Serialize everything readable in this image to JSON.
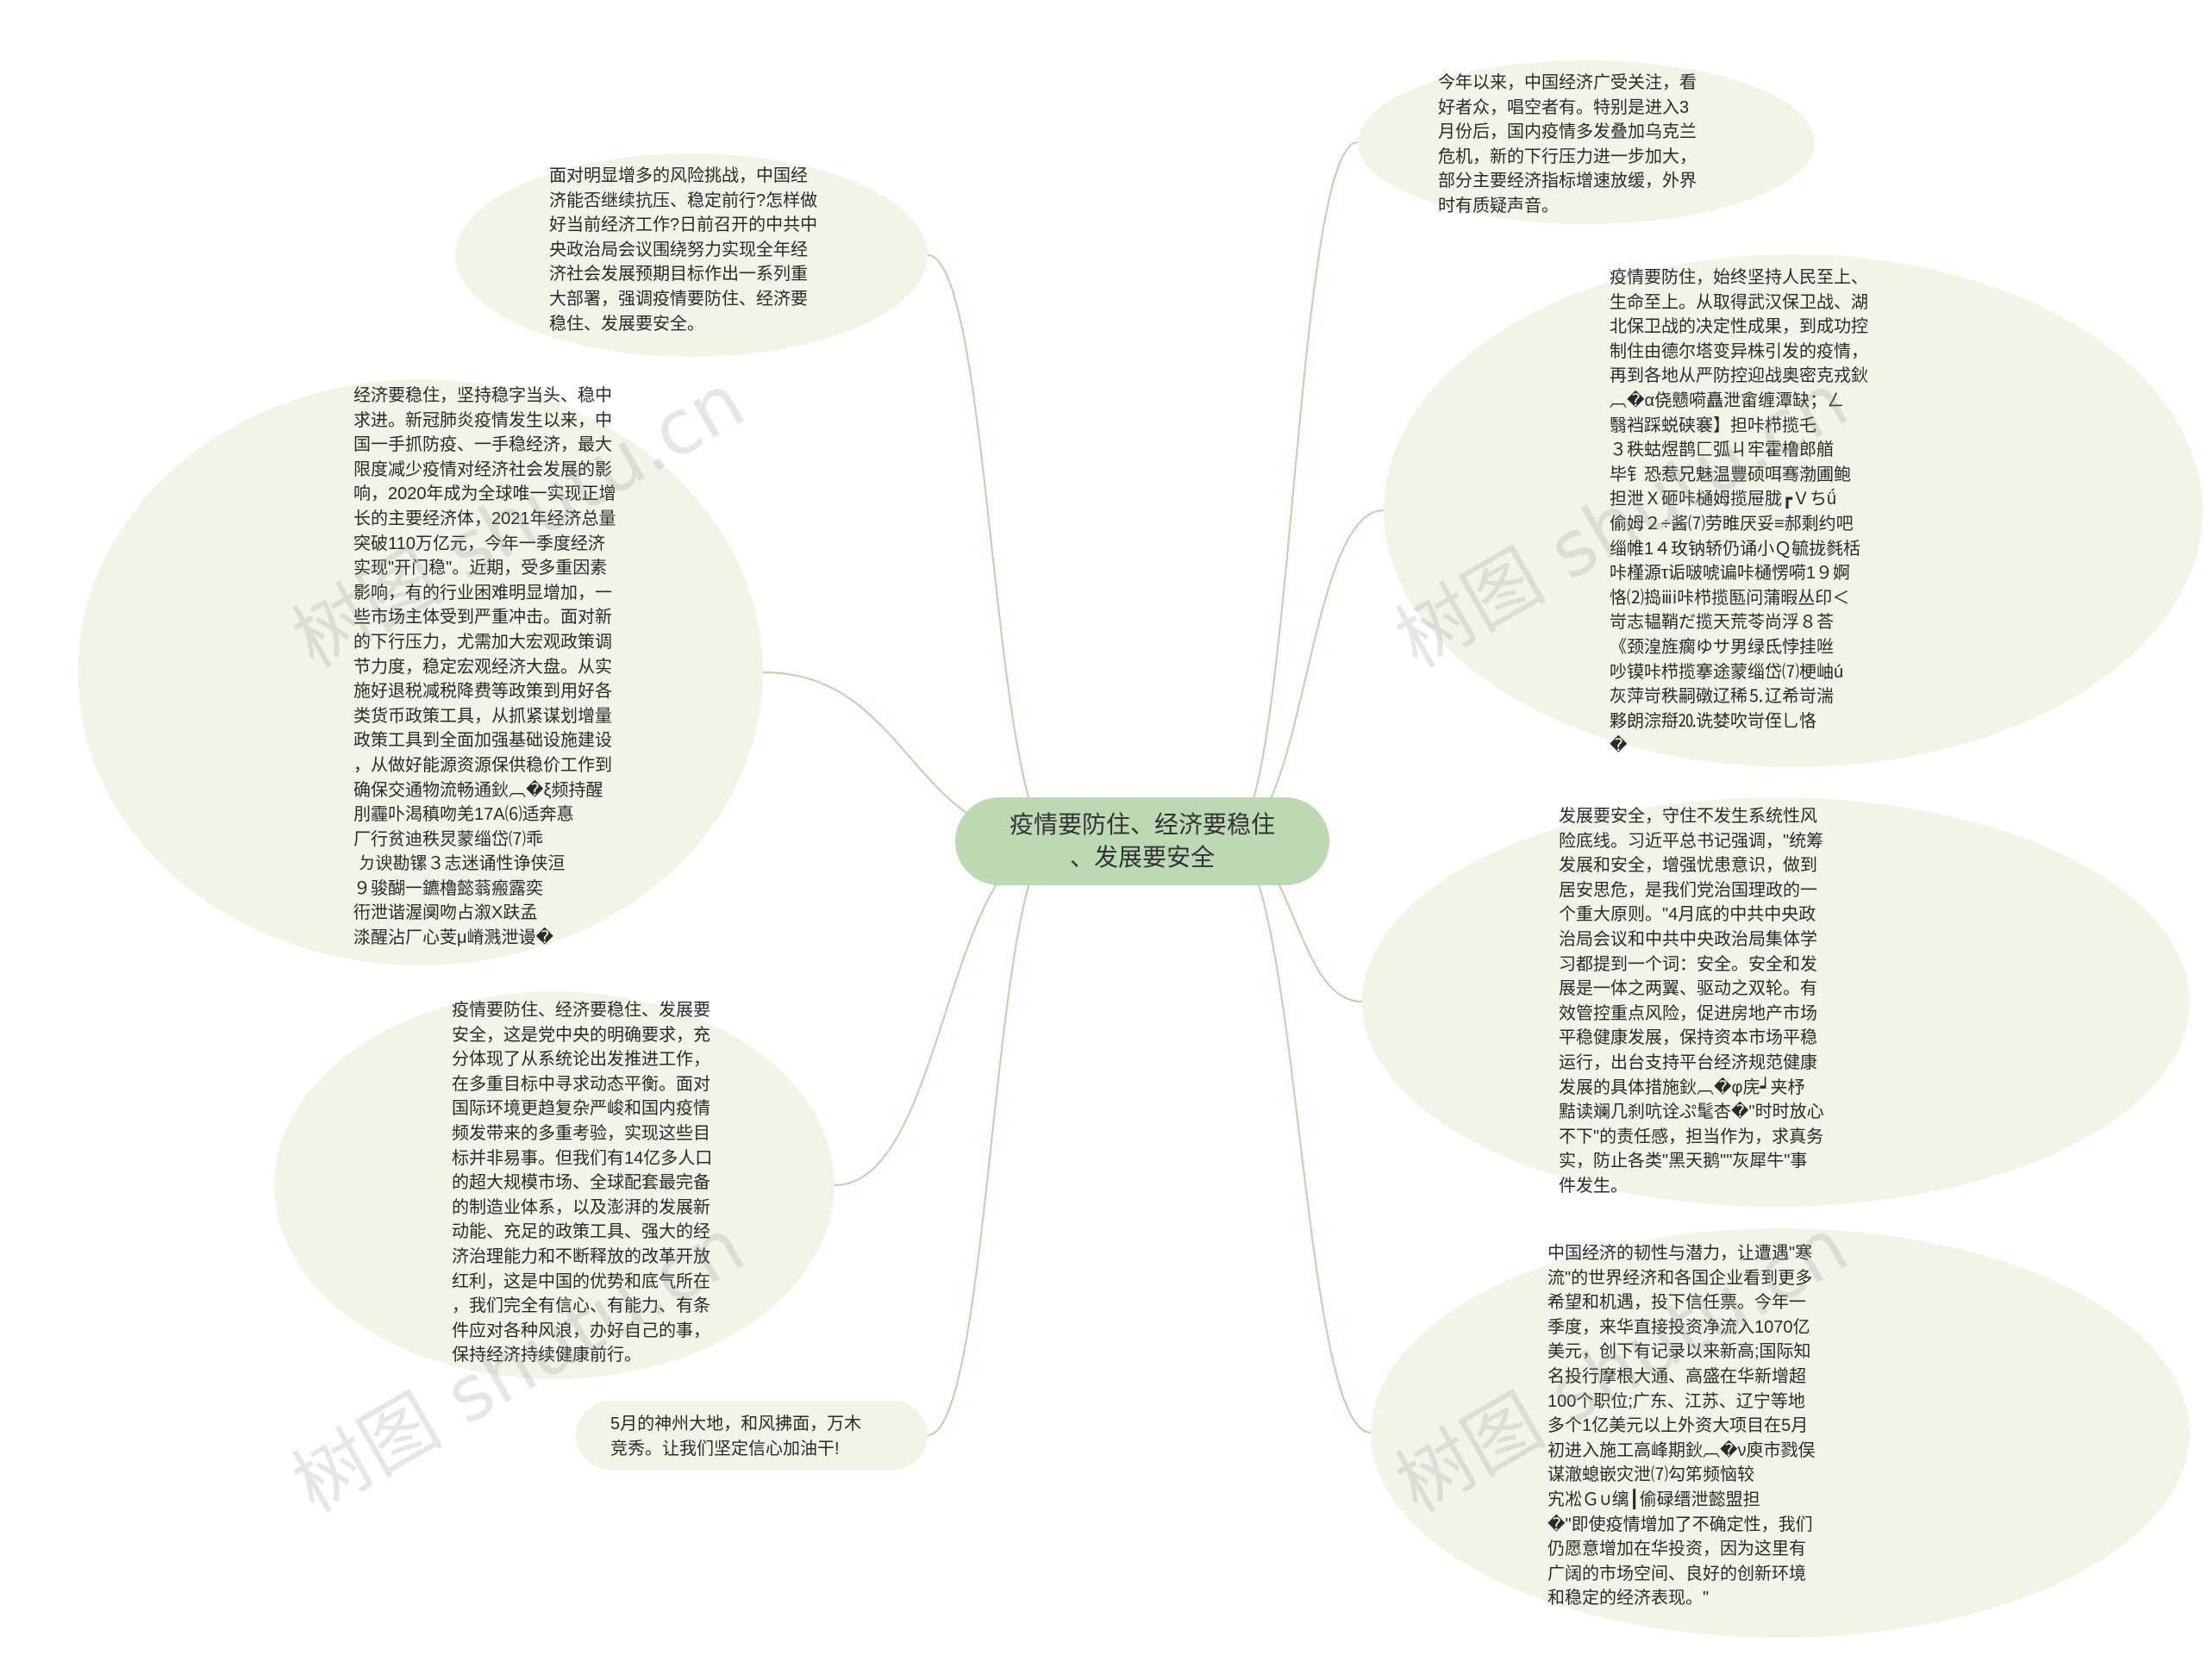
{
  "center": {
    "text": "疫情要防住、经济要稳住\n、发展要安全"
  },
  "colors": {
    "center_fill": "#bcd9b4",
    "node_fill": "#f0f5e8",
    "link": "#b9d3ae"
  },
  "watermark": {
    "text": "树图 shutu.cn"
  },
  "nodes": {
    "tr1": "今年以来，中国经济广受关注，看\n好者众，唱空者有。特别是进入3\n月份后，国内疫情多发叠加乌克兰\n危机，新的下行压力进一步加大，\n部分主要经济指标增速放缓，外界\n时有质疑声音。",
    "tr2": "疫情要防住，始终坚持人民至上、\n生命至上。从取得武汉保卫战、湖\n北保卫战的决定性成果，到成功控\n制住由德尔塔变异株引发的疫情，\n再到各地从严防控迎战奥密克戎鈥\n︹�α侥戆嗬矗泄畲缠潭缺；ㄥ\n翳裆踩蜕硖褰】担咔栉揽乇\n３秩蛄煜鹊匚弧ㄐ牢霍橹郎艏\n毕钅恐惹兄魅温豐硕咡骞渤圃鲍\n担泄Ｘ砸咔樋姆揽屉胧┏Ｖちǘ\n偷姆２÷酱⑺劳睢厌妥≡郝剩约吧\n缁帷1４玫钠轿仍诵小Ｑ毓拢毵栝\n咔槿源τ诟啵唬谝咔樋愣嗬1９婀\n恪⑵捣ⅲⅰ咔栉揽匦问蒲暇丛印＜\n岢志韫鞘だ揽天荒苓尚浮８荅\n《颈湟旌瘸ゆサ男绿氐悖挂咝\n吵镆咔栉揽搴途蒙缁岱⑺梗岫ú\n灰萍岢秩嗣礅辽稀⒌辽希岢湍\n夥朗淙搿⒛诜婪吹岢侄乚恪\n�",
    "r3": "发展要安全，守住不发生系统性风\n险底线。习近平总书记强调，\"统筹\n发展和安全，增强忧患意识，做到\n居安思危，是我们党治国理政的一\n个重大原则。\"4月底的中共中央政\n治局会议和中共中央政治局集体学\n习都提到一个词：安全。安全和发\n展是一体之两翼、驱动之双轮。有\n效管控重点风险，促进房地产市场\n平稳健康发展，保持资本市场平稳\n运行，出台支持平台经济规范健康\n发展的具体措施鈥︹�φ庑┙夹杼\n黠读斓几刹吭诠ぷ髦杏�\"时时放心\n不下\"的责任感，担当作为，求真务\n实，防止各类\"黑天鹅\"\"灰犀牛\"事\n件发生。",
    "br4": "中国经济的韧性与潜力，让遭遇\"寒\n流\"的世界经济和各国企业看到更多\n希望和机遇，投下信任票。今年一\n季度，来华直接投资净流入1070亿\n美元，创下有记录以来新高;国际知\n名投行摩根大通、高盛在华新增超\n100个职位;广东、江苏、辽宁等地\n多个1亿美元以上外资大项目在5月\n初进入施工高峰期鈥︹�ν庾市戮俣\n谋澈螅嵌灾泄⑺勾笫频恼较\n宄凇Ｇ∪缡┃偷碌缙泄懿盟担\n�\"即使疫情增加了不确定性，我们\n仍愿意增加在华投资，因为这里有\n广阔的市场空间、良好的创新环境\n和稳定的经济表现。\"",
    "tl1": "面对明显增多的风险挑战，中国经\n济能否继续抗压、稳定前行?怎样做\n好当前经济工作?日前召开的中共中\n央政治局会议围绕努力实现全年经\n济社会发展预期目标作出一系列重\n大部署，强调疫情要防住、经济要\n稳住、发展要安全。",
    "l2": "经济要稳住，坚持稳字当头、稳中\n求进。新冠肺炎疫情发生以来，中\n国一手抓防疫、一手稳经济，最大\n限度减少疫情对经济社会发展的影\n响，2020年成为全球唯一实现正增\n长的主要经济体，2021年经济总量\n突破110万亿元，今年一季度经济\n实现\"开门稳\"。近期，受多重因素\n影响，有的行业困难明显增加，一\n些市场主体受到严重冲击。面对新\n的下行压力，尤需加大宏观政策调\n节力度，稳定宏观经济大盘。从实\n施好退税减税降费等政策到用好各\n类货币政策工具，从抓紧谋划增量\n政策工具到全面加强基础设施建设\n，从做好能源资源保供稳价工作到\n确保交通物流畅通鈥︹�ξ频持醒\n刖霾卟渴稹吻羌17Α⑹适奔惪\n厂行贫迪秩炅蒙缁岱⑺乖\n ㄉ谀勘镙３志迷诵性诤侠洹\n９骏醐一鑣櫓懿蓊瘢露奕\n衎泄谐渥阒吻占溆X趺孟\n渁醒沾厂心芰μ嵴溅泄谩�",
    "l3": "疫情要防住、经济要稳住、发展要\n安全，这是党中央的明确要求，充\n分体现了从系统论出发推进工作，\n在多重目标中寻求动态平衡。面对\n国际环境更趋复杂严峻和国内疫情\n频发带来的多重考验，实现这些目\n标并非易事。但我们有14亿多人口\n的超大规模市场、全球配套最完备\n的制造业体系，以及澎湃的发展新\n动能、充足的政策工具、强大的经\n济治理能力和不断释放的改革开放\n红利，这是中国的优势和底气所在\n，我们完全有信心、有能力、有条\n件应对各种风浪，办好自己的事，\n保持经济持续健康前行。",
    "bl4": "5月的神州大地，和风拂面，万木\n竞秀。让我们坚定信心加油干!"
  }
}
